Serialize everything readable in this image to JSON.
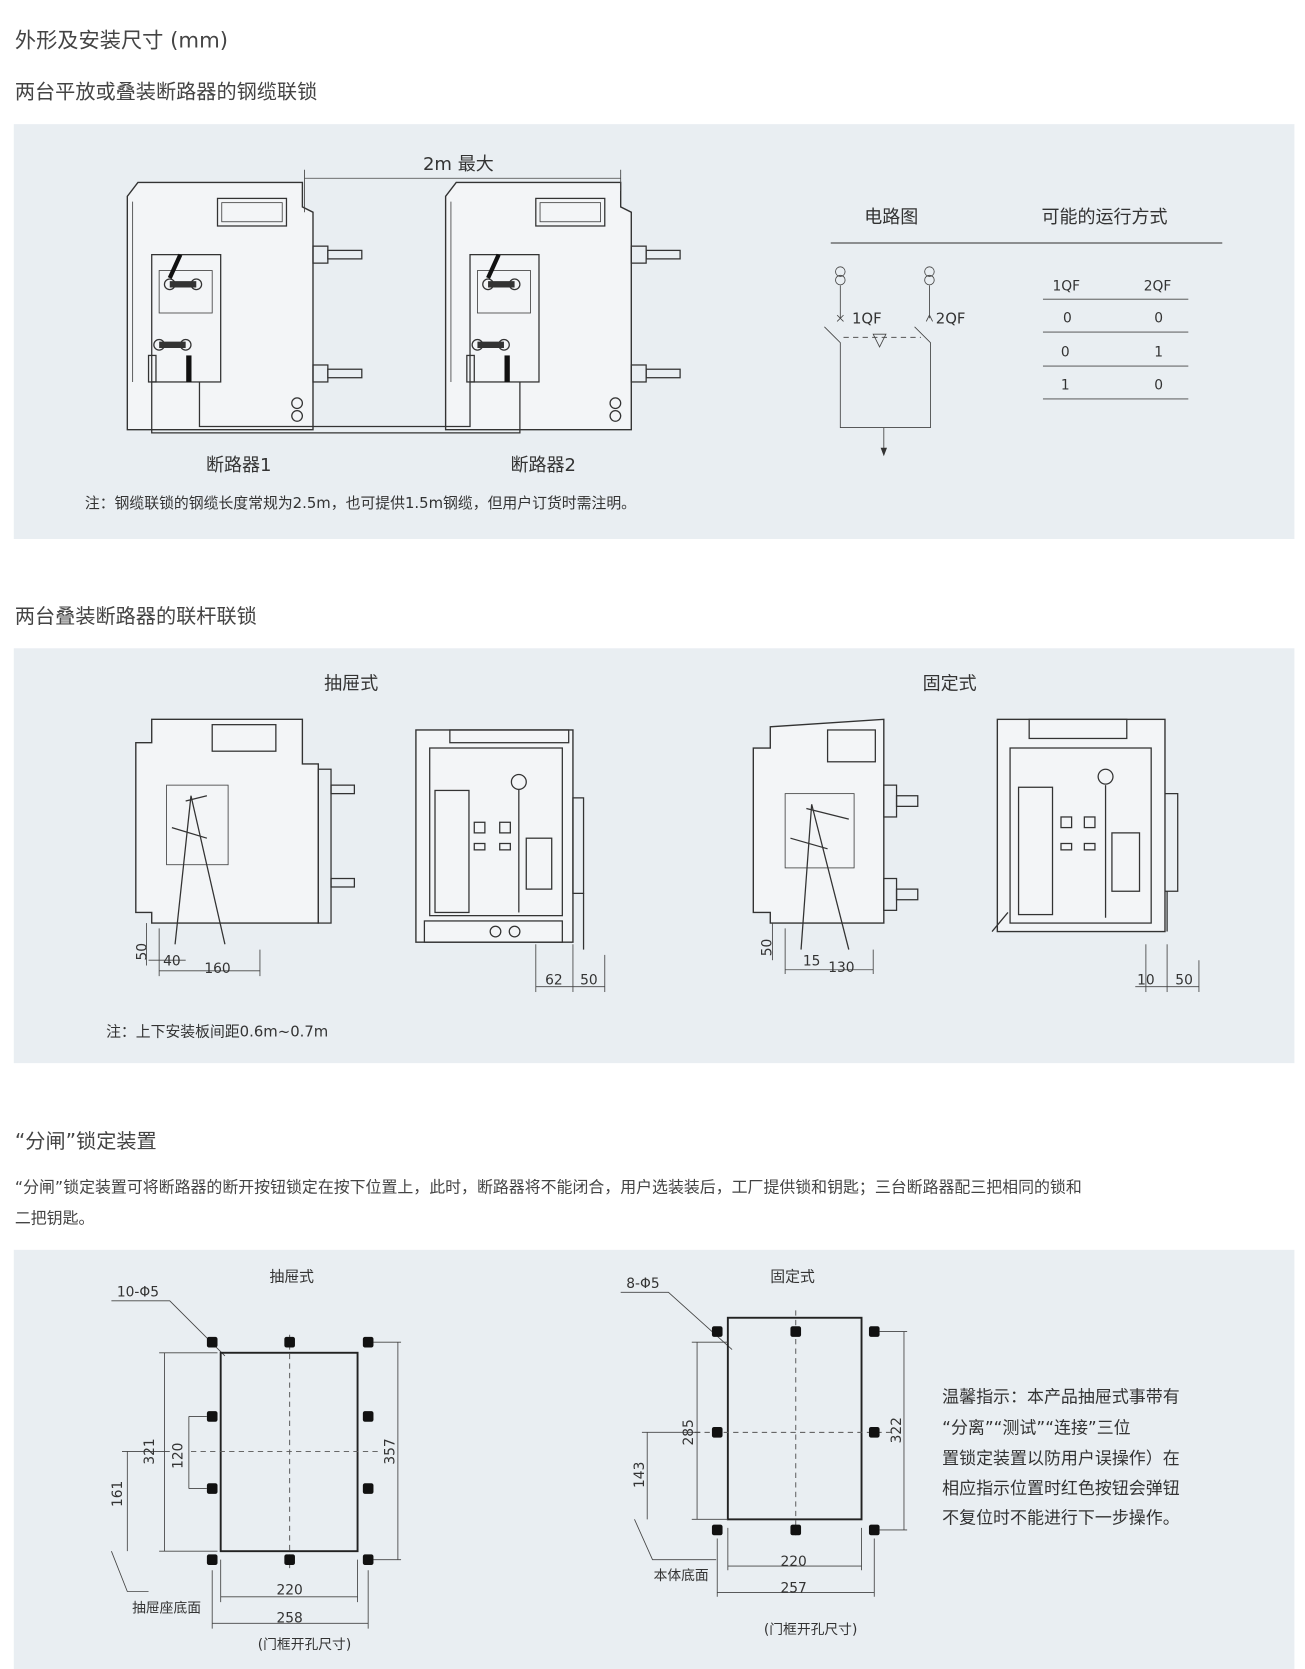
{
  "page_title": "外形及安装尺寸 (mm)",
  "section1": {
    "heading": "两台平放或叠装断路器的钢缆联锁",
    "max_distance": "2m 最大",
    "breaker1": "断路器1",
    "breaker2": "断路器2",
    "circuit_title": "电路图",
    "modes_title": "可能的运行方式",
    "circuit_labels": {
      "qf1": "1QF",
      "qf2": "2QF"
    },
    "table": {
      "headers": [
        "1QF",
        "2QF"
      ],
      "rows": [
        [
          "0",
          "0"
        ],
        [
          "0",
          "1"
        ],
        [
          "1",
          "0"
        ]
      ]
    },
    "note": "注：钢缆联锁的钢缆长度常规为2.5m，也可提供1.5m钢缆，但用户订货时需注明。"
  },
  "section2": {
    "heading": "两台叠装断路器的联杆联锁",
    "drawout_title": "抽屉式",
    "fixed_title": "固定式",
    "dims": {
      "d1": "50",
      "d2": "40",
      "d3": "160",
      "d4": "62",
      "d5": "50",
      "f1": "50",
      "f2": "15",
      "f3": "130",
      "f4": "10",
      "f5": "50"
    },
    "note": "注：上下安装板间距0.6m~0.7m"
  },
  "section3": {
    "heading": "“分闸”锁定装置",
    "description": [
      "“分闸”锁定装置可将断路器的断开按钮锁定在按下位置上，此时，断路器将不能闭合，用户选装装后，工厂提供锁和钥匙；三台断路器配三把相同的锁和",
      "二把钥匙。"
    ],
    "drawout": {
      "title": "抽屉式",
      "holes": "10-Φ5",
      "h321": "321",
      "h120": "120",
      "h161": "161",
      "h357": "357",
      "w220": "220",
      "w258": "258",
      "base": "抽屉座底面",
      "caption": "(门框开孔尺寸)"
    },
    "fixed": {
      "title": "固定式",
      "holes": "8-Φ5",
      "h285": "285",
      "h143": "143",
      "h322": "322",
      "w220": "220",
      "w257": "257",
      "base": "本体底面",
      "caption": "(门框开孔尺寸)"
    },
    "tip": [
      "温馨指示：本产品抽屉式事带有",
      "“分离”“测试”“连接”三位",
      "置锁定装置以防用户误操作）在",
      "相应指示位置时红色按钮会弹钮",
      "不复位时不能进行下一步操作。"
    ]
  }
}
